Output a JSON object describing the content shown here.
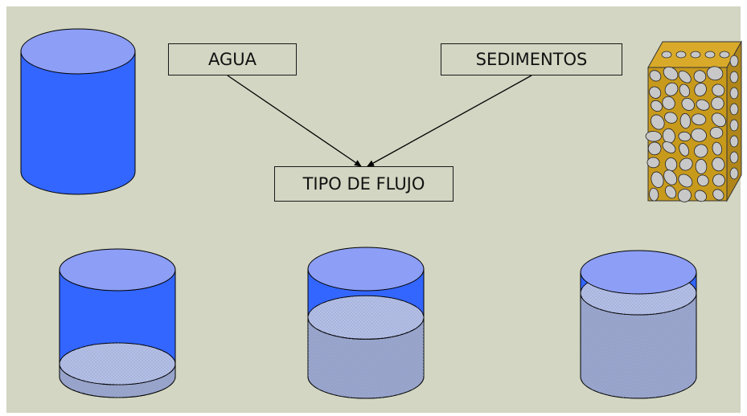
{
  "labels": {
    "water": "AGUA",
    "sediments": "SEDIMENTOS",
    "flow_type": "TIPO DE FLUJO"
  },
  "cylinders": [
    {
      "id": "water-only-cylinder",
      "sediment_level": 0
    },
    {
      "id": "low-sediment-cylinder",
      "sediment_level": 0.12
    },
    {
      "id": "medium-sediment-cylinder",
      "sediment_level": 0.55
    },
    {
      "id": "high-sediment-cylinder",
      "sediment_level": 0.8
    }
  ],
  "colors": {
    "background": "#d2d6c2",
    "water_body": "#3366ff",
    "water_top": "#8c9ef5",
    "sediment_body": "#9aa6cc",
    "sediment_top": "#b4bfe6",
    "rock_matrix": "#c89a1c",
    "rock": "#c8c8c8",
    "arrow": "#000000"
  }
}
